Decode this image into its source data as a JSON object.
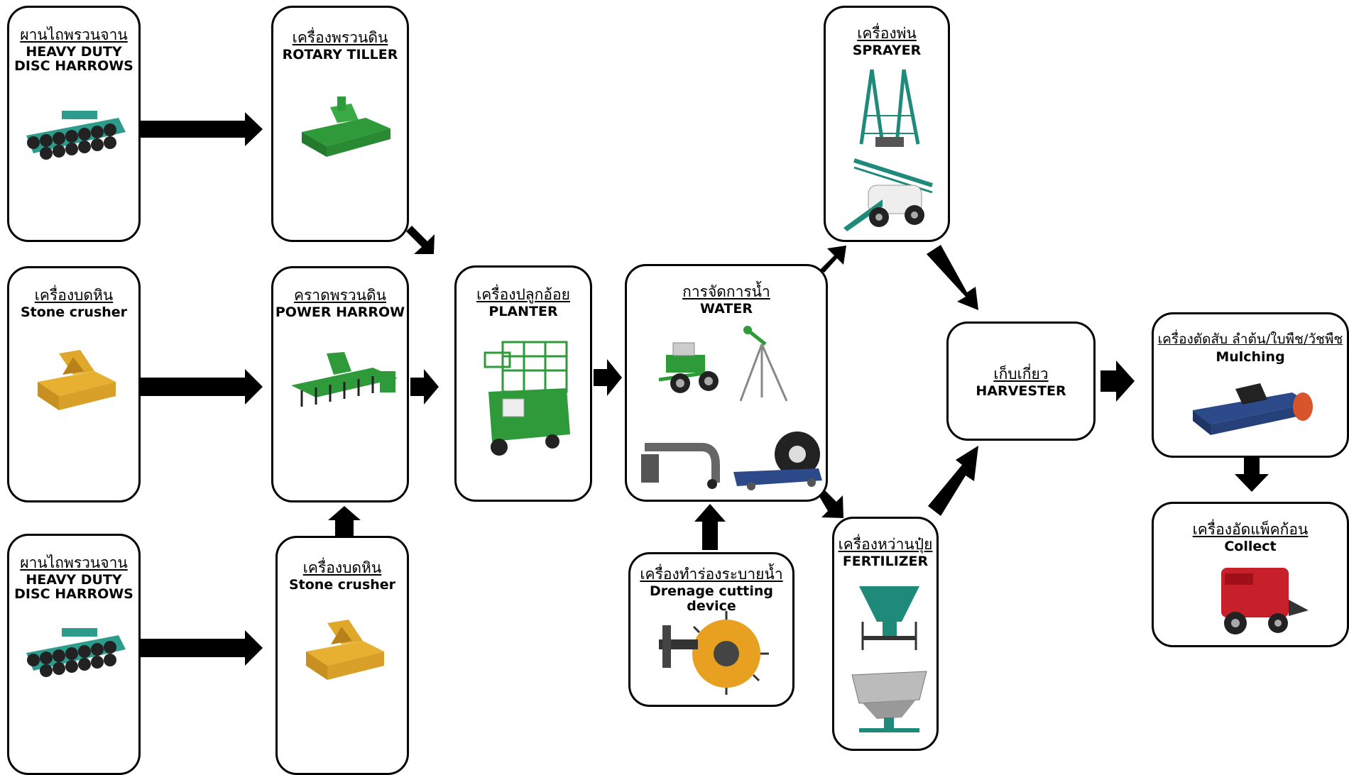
{
  "boxes": {
    "b1": {
      "th": "ผานไถพรวนจาน",
      "en1": "HEAVY DUTY",
      "en2": "DISC HARROWS"
    },
    "b2": {
      "th": "เครื่องบดหิน",
      "en1": "Stone crusher"
    },
    "b3": {
      "th": "ผานไถพรวนจาน",
      "en1": "HEAVY DUTY",
      "en2": "DISC HARROWS"
    },
    "b4": {
      "th": "เครื่องพรวนดิน",
      "en1": "ROTARY TILLER"
    },
    "b5": {
      "th": "คราดพรวนดิน",
      "en1": "POWER HARROW"
    },
    "b6": {
      "th": "เครื่องบดหิน",
      "en1": "Stone crusher"
    },
    "b7": {
      "th": "เครื่องปลูกอ้อย",
      "en1": "PLANTER"
    },
    "b8": {
      "th": "การจัดการน้ำ",
      "en1": "WATER"
    },
    "b9": {
      "th": "เครื่องทำร่องระบายน้ำ",
      "en1": "Drenage cutting device"
    },
    "b10": {
      "th": "เครื่องพ่น",
      "en1": "SPRAYER"
    },
    "b11": {
      "th": "เครื่องหว่านปุ๋ย",
      "en1": "FERTILIZER"
    },
    "b12": {
      "th": "เก็บเกี่ยว",
      "en1": "HARVESTER"
    },
    "b13": {
      "th": "เครื่องตัดสับ ลำต้น/ใบพืช/วัชพืช",
      "en1": "Mulching"
    },
    "b14": {
      "th": "เครื่องอัดแพ็คก้อน",
      "en1": "Collect"
    }
  },
  "colors": {
    "implement_teal": "#2e9c8c",
    "implement_green": "#2f9a3a",
    "implement_yellow": "#e0a82a",
    "sprayer_green": "#1f8a7a",
    "mulcher_blue": "#2c4a8a",
    "mulcher_orange": "#d8542a",
    "baler_red": "#c8202a",
    "arrow": "#000000"
  }
}
